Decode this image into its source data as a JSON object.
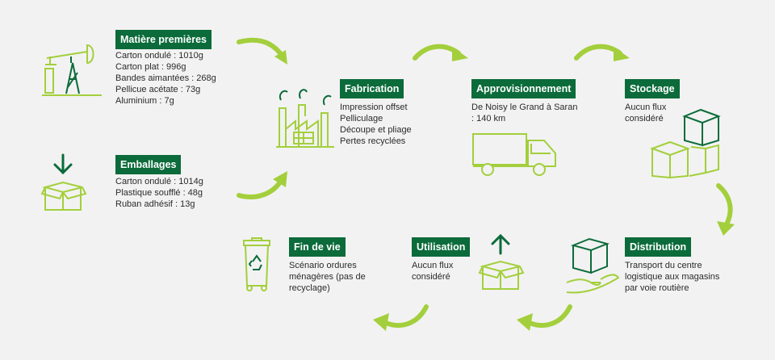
{
  "stages": {
    "matiere": {
      "label": "Matière premières",
      "lines": [
        "Carton ondulé : 1010g",
        "Carton plat : 996g",
        "Bandes aimantées : 268g",
        "Pellicue acétate : 73g",
        "Aluminium : 7g"
      ]
    },
    "emballages": {
      "label": "Emballages",
      "lines": [
        "Carton ondulé : 1014g",
        "Plastique soufflé : 48g",
        "Ruban adhésif : 13g"
      ]
    },
    "fabrication": {
      "label": "Fabrication",
      "lines": [
        "Impression offset",
        "Pelliculage",
        "Découpe et pliage",
        "Pertes recyclées"
      ]
    },
    "approvisionnement": {
      "label": "Approvisionnement",
      "lines": [
        "De Noisy le Grand à Saran",
        ": 140 km"
      ]
    },
    "stockage": {
      "label": "Stockage",
      "lines": [
        "Aucun flux",
        "considéré"
      ]
    },
    "distribution": {
      "label": "Distribution",
      "lines": [
        "Transport du centre",
        "logistique aux magasins",
        "par voie routière"
      ]
    },
    "utilisation": {
      "label": "Utilisation",
      "lines": [
        "Aucun flux",
        "considéré"
      ]
    },
    "fin_de_vie": {
      "label": "Fin de vie",
      "lines": [
        "Scénario ordures",
        "ménagères (pas de",
        "recyclage)"
      ]
    }
  },
  "colors": {
    "label_bg": "#0b6b3a",
    "icon_dark": "#0b6b3a",
    "icon_light": "#a3cf3c",
    "background": "#f2f2f2"
  }
}
